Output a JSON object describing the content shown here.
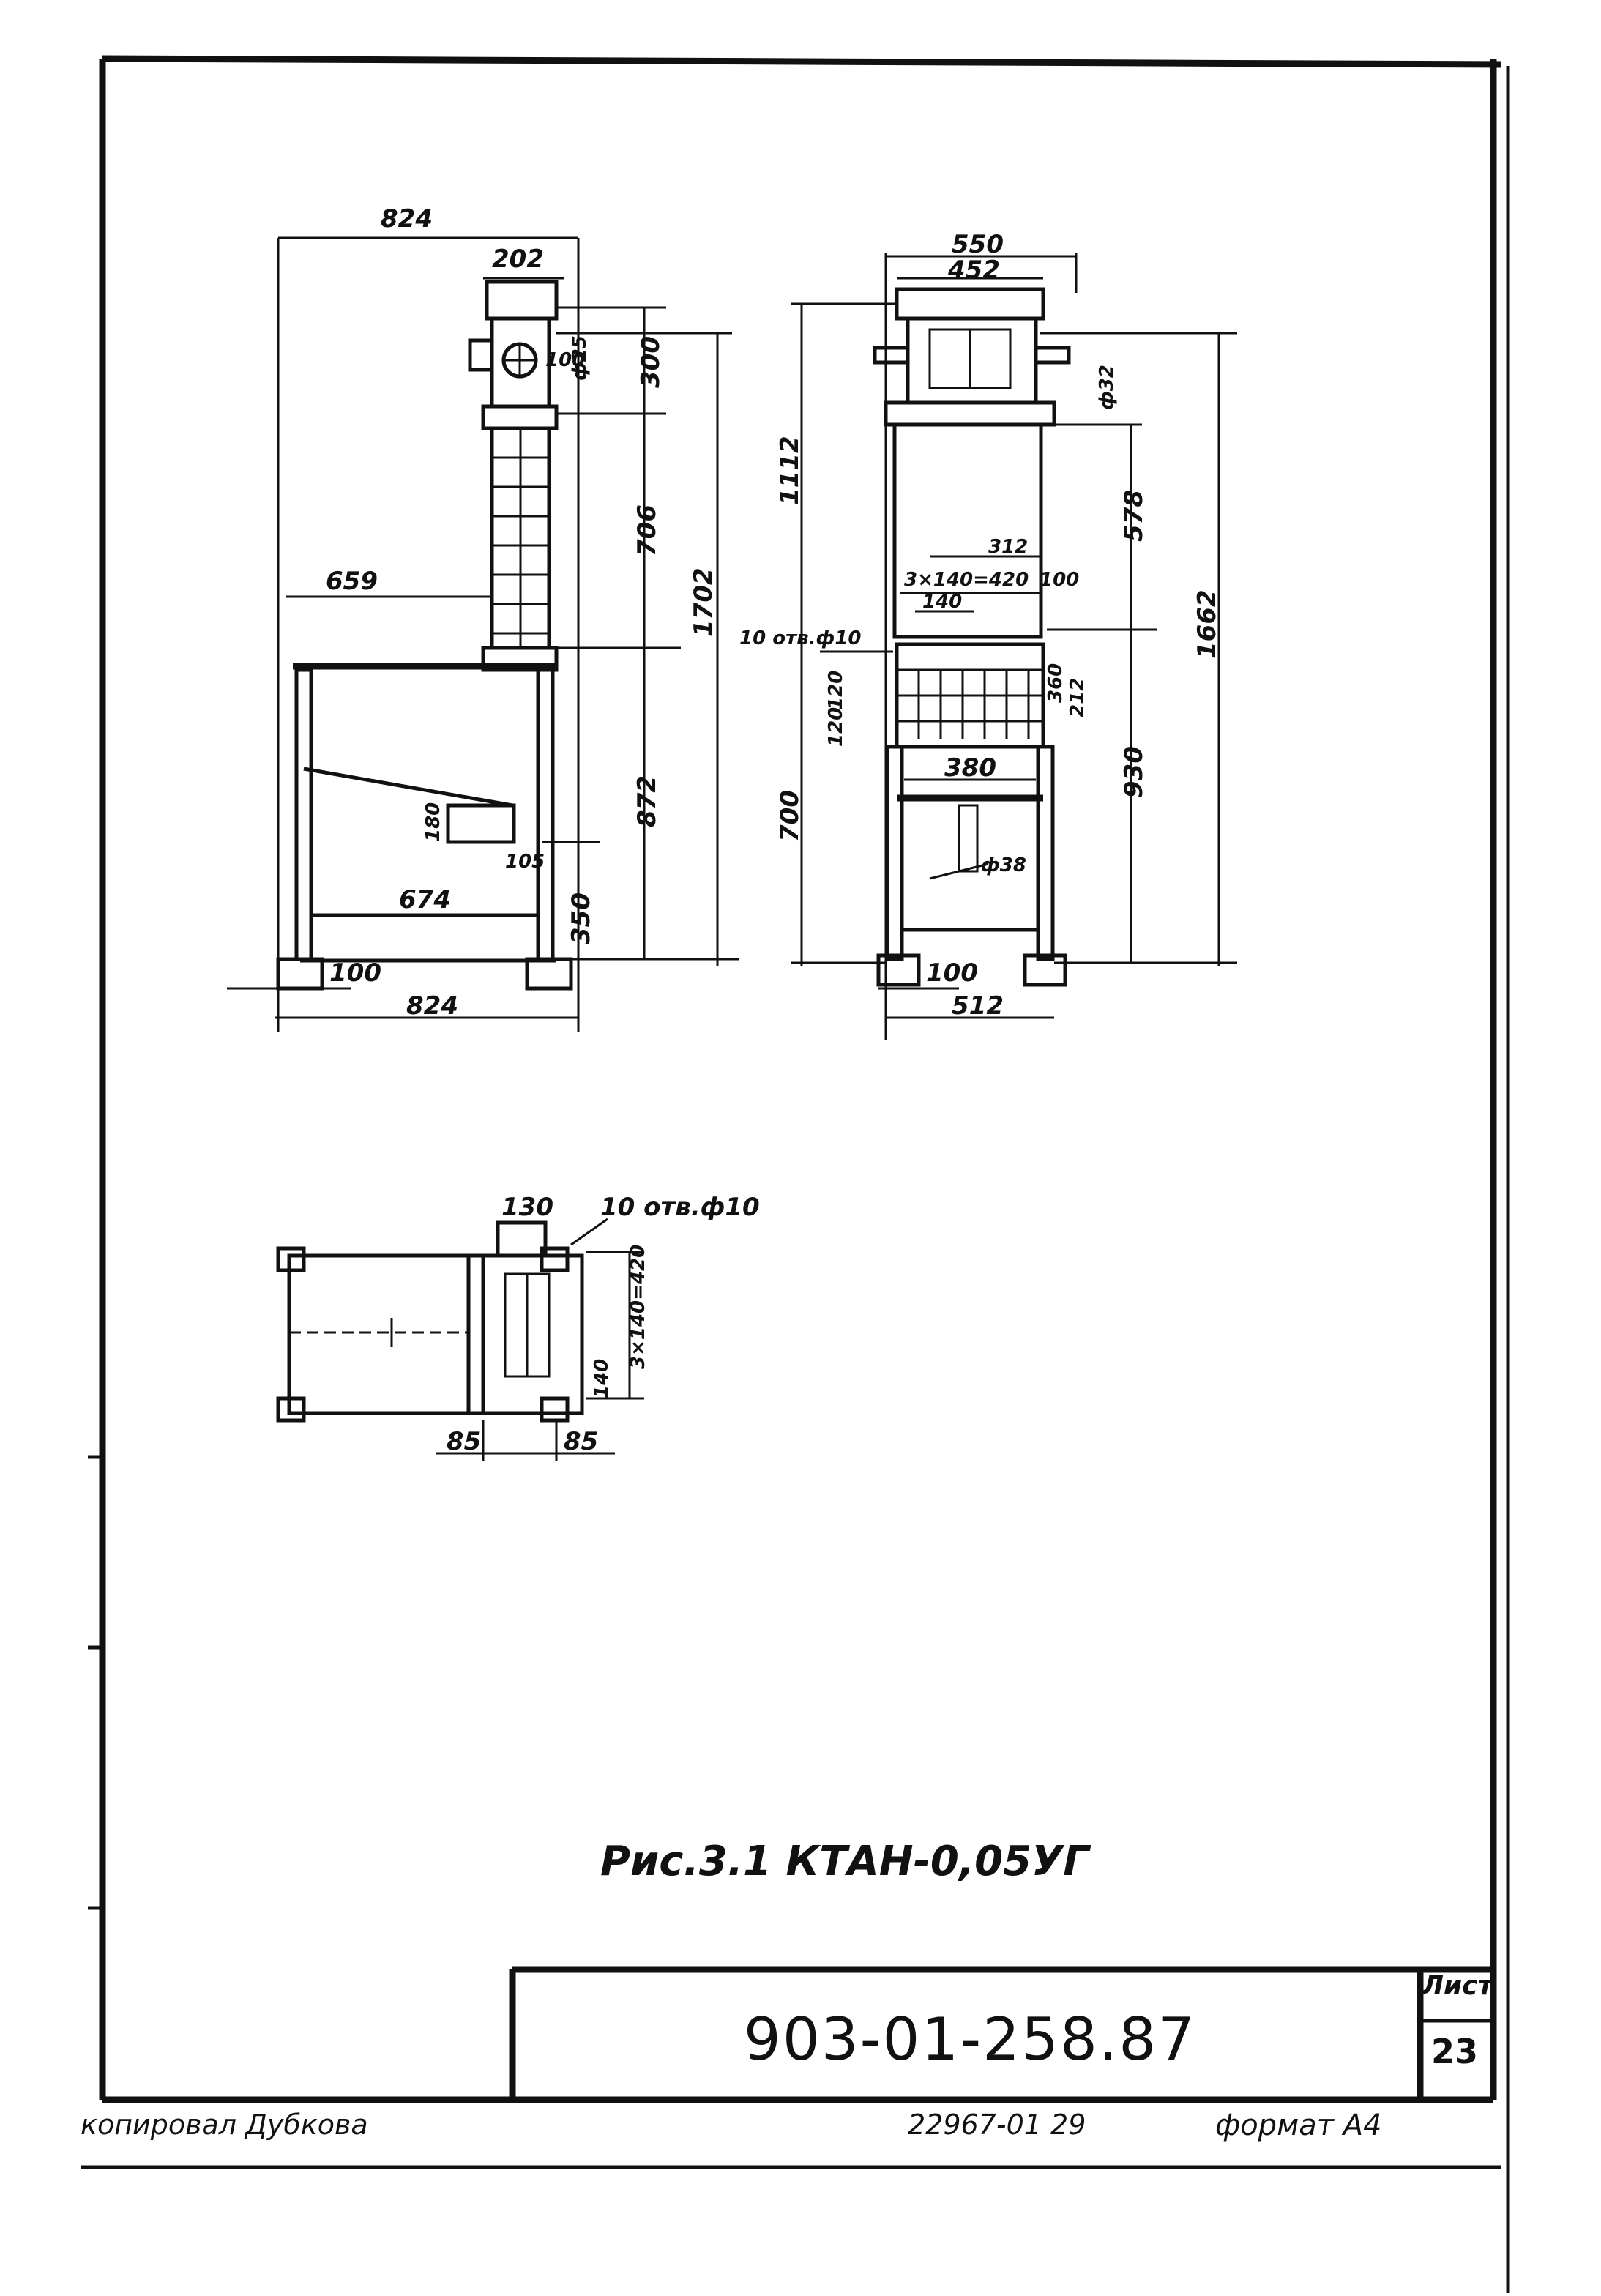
{
  "drawing": {
    "caption": "Рис.3.1 КТАН-0,05УГ",
    "title_block": {
      "designation": "903-01-258.87",
      "sheet_label": "Лист",
      "sheet_number": "23"
    },
    "footer": {
      "copied_by": "копировал Дубкова",
      "inventory": "22967-01   29",
      "format": "формат А4"
    },
    "side_view": {
      "dimensions": {
        "overall_width_top": "824",
        "head_width": "202",
        "d1": "100",
        "d2": "ф25",
        "d3": "300",
        "column_height": "706",
        "total_height": "1702",
        "arm_length": "659",
        "frame_height": "872",
        "d_180": "180",
        "d_105": "105",
        "inner_width": "674",
        "d_350": "350",
        "foot": "100",
        "overall_width_bottom": "824"
      }
    },
    "front_view": {
      "dimensions": {
        "outer_width": "550",
        "inner_width": "452",
        "d_32": "ф32",
        "upper_height": "1112",
        "d_578": "578",
        "d_312": "312",
        "pitch": "3×140=420",
        "d_100": "100",
        "d_140": "140",
        "holes": "10 отв.ф10",
        "d_120a": "120",
        "d_120b": "120",
        "d_380": "380",
        "d_212": "212",
        "d_360": "360",
        "d_930": "930",
        "lower_height": "700",
        "d_38": "ф38",
        "total_height": "1662",
        "foot": "100",
        "base_width": "512"
      }
    },
    "plan_view": {
      "dimensions": {
        "d_130": "130",
        "holes": "10 отв.ф10",
        "pitch": "3×140=420",
        "d_140": "140",
        "left_85": "85",
        "right_85": "85"
      }
    }
  }
}
